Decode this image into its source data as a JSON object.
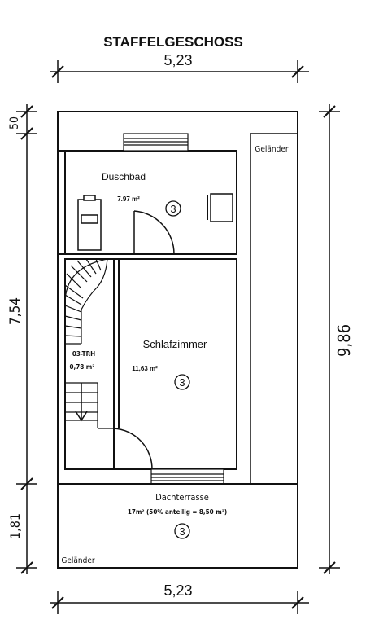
{
  "title": "STAFFELGESCHOSS",
  "dimensions": {
    "top_width": "5,23",
    "bottom_width": "5,23",
    "left_top": "50",
    "left_mid": "7,54",
    "left_bottom": "1,81",
    "right_total": "9,86"
  },
  "labels": {
    "railing_top": "Geländer",
    "railing_bottom": "Geländer"
  },
  "rooms": {
    "bath": {
      "name": "Duschbad",
      "area": "7.97 m²",
      "number": "3"
    },
    "bedroom": {
      "name": "Schlafzimmer",
      "area": "11,63 m²",
      "number": "3"
    },
    "stair": {
      "name": "03-TRH",
      "area": "0,78 m²"
    },
    "terrace": {
      "name": "Dachterrasse",
      "area": "17m²  (50% anteilig = 8,50 m²)",
      "number": "3"
    }
  }
}
